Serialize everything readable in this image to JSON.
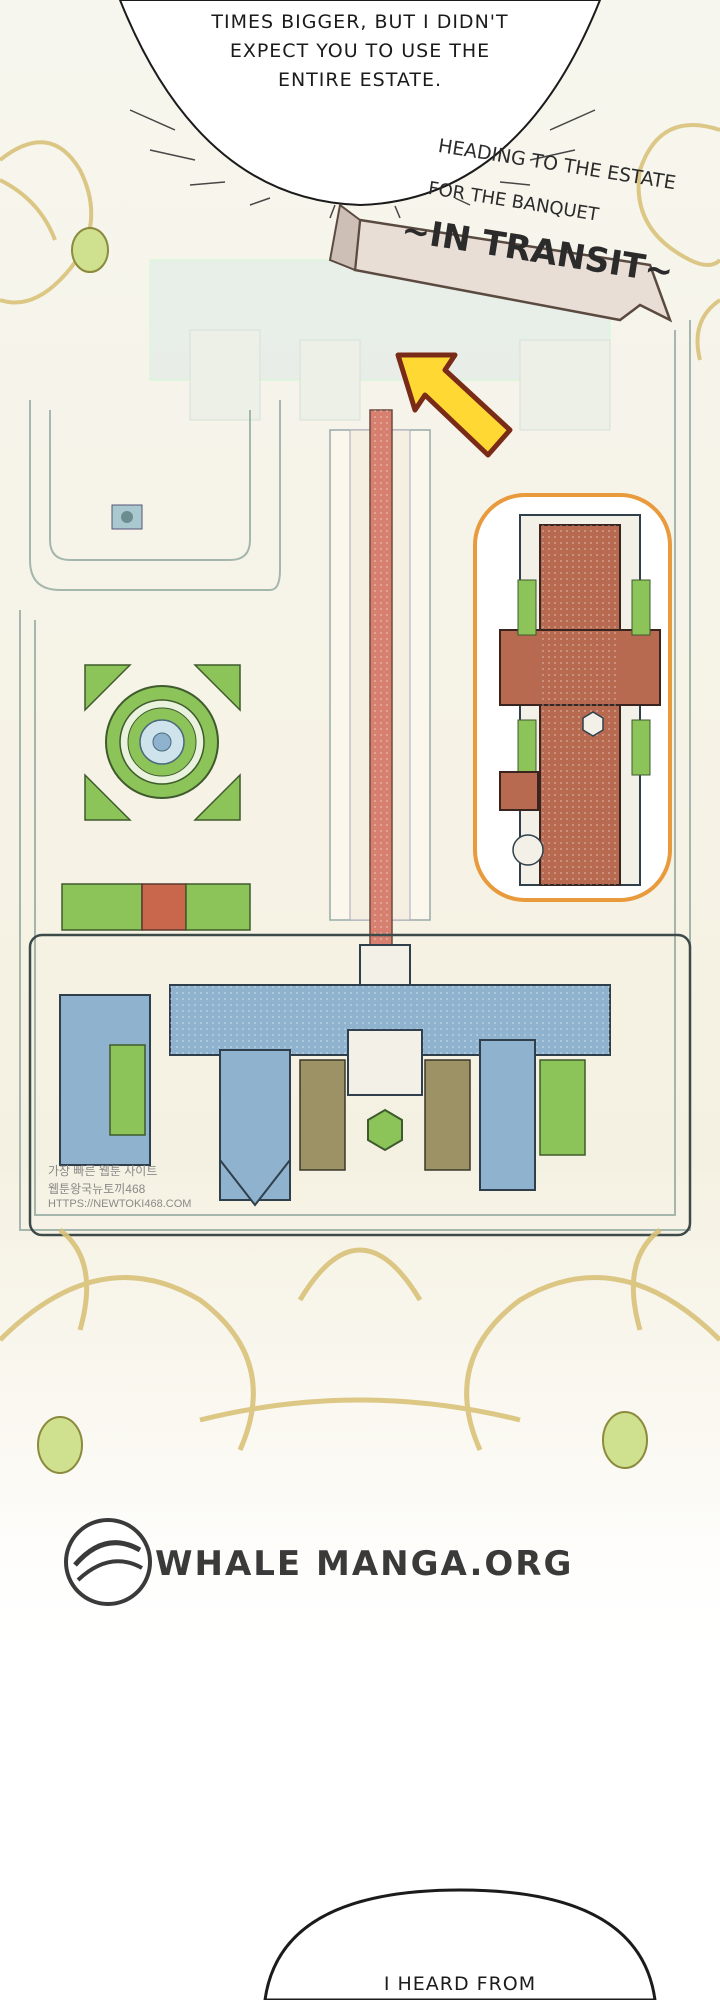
{
  "bubble_top": {
    "line1": "TIMES BIGGER, BUT I DIDN'T",
    "line2": "EXPECT YOU TO USE THE",
    "line3": "ENTIRE ESTATE."
  },
  "caption": {
    "line1": "HEADING TO THE ESTATE",
    "line2": "FOR THE BANQUET",
    "banner": "~IN TRANSIT~"
  },
  "watermark": {
    "line1": "가장 빠른 웹툰 사이트",
    "line2": "웹툰왕국뉴토끼468",
    "line3": "HTTPS://NEWTOKI468.COM"
  },
  "brand": {
    "name": "WHALE MANGA.ORG"
  },
  "bubble_bottom": {
    "line1": "I HEARD FROM"
  },
  "colors": {
    "ink": "#1b1b1b",
    "gold_ornament": "#d9c27a",
    "roof_terracotta": "#b76a4f",
    "roof_blue": "#8fb3cf",
    "lawn_green": "#8cc45a",
    "highlight_orange": "#e89a3c",
    "arrow_yellow": "#ffd834"
  }
}
